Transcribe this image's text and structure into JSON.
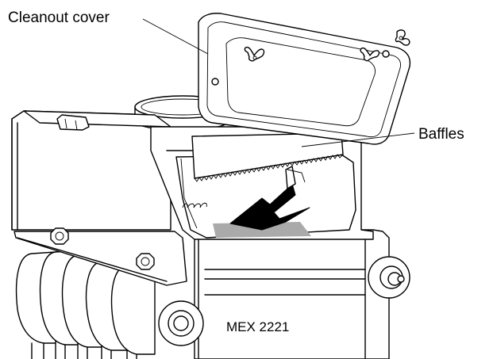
{
  "labels": {
    "cleanout_cover": "Cleanout cover",
    "baffles": "Baffles",
    "figure_code": "MEX 2221"
  }
}
